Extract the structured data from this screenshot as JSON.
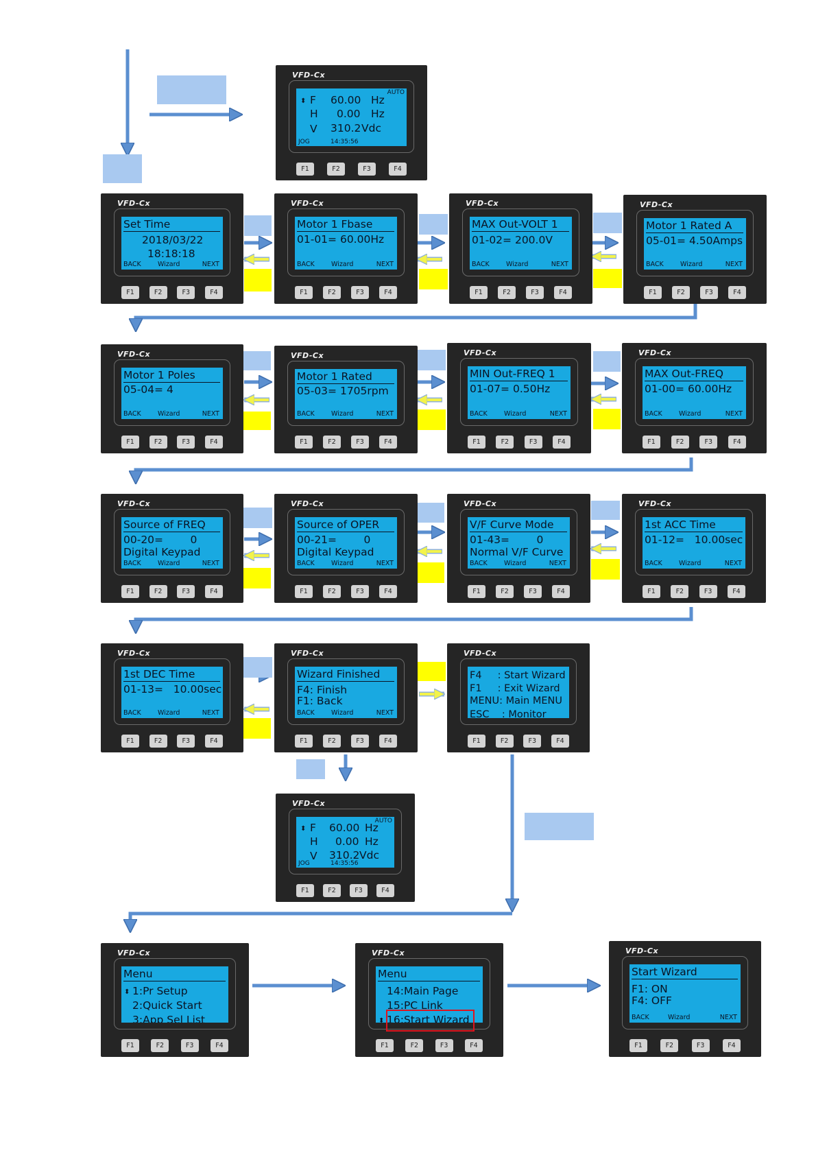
{
  "colors": {
    "lcd": "#19a9e1",
    "device_body": "#252525",
    "flow_arrow": "#5b8fd0",
    "back_arrow": "#f3f34a",
    "label_box_blue": "#a9c9f0",
    "label_box_yellow": "#ffff00",
    "highlight": "#e0141e"
  },
  "keypad": {
    "brand": "VFD-Cx",
    "keys": [
      "F1",
      "F2",
      "F3",
      "F4"
    ],
    "softkeys": {
      "back": "BACK",
      "wizard": "Wizard",
      "next": "NEXT"
    }
  },
  "home_screen": {
    "auto": "AUTO",
    "rows": [
      {
        "letter": "F",
        "value": "60.00",
        "unit": "Hz"
      },
      {
        "letter": "H",
        "value": "0.00",
        "unit": "Hz"
      },
      {
        "letter": "V",
        "value": "310.2",
        "unit": "Vdc"
      }
    ],
    "jog": "JOG",
    "clock": "14:35:56"
  },
  "wizard_screens": [
    {
      "title": "Set Time",
      "line1": "2018/03/22",
      "line2": "18:18:18"
    },
    {
      "title": "Motor 1 Fbase",
      "line1": "01-01=  60.00Hz",
      "line2": ""
    },
    {
      "title": "MAX Out-VOLT 1",
      "line1": "01-02=  200.0V",
      "line2": ""
    },
    {
      "title": "Motor 1 Rated A",
      "line1": "05-01=  4.50Amps",
      "line2": ""
    },
    {
      "title": "Motor 1 Poles",
      "line1": "05-04=  4",
      "line2": ""
    },
    {
      "title": "Motor 1 Rated",
      "line1": "05-03=  1705rpm",
      "line2": ""
    },
    {
      "title": "MIN Out-FREQ 1",
      "line1": "01-07=  0.50Hz",
      "line2": ""
    },
    {
      "title": "MAX Out-FREQ",
      "line1": "01-00=  60.00Hz",
      "line2": ""
    },
    {
      "title": "Source of FREQ",
      "line1": "00-20=        0",
      "line2": "Digital Keypad"
    },
    {
      "title": "Source of OPER",
      "line1": "00-21=        0",
      "line2": "Digital Keypad"
    },
    {
      "title": "V/F Curve Mode",
      "line1": "01-43=        0",
      "line2": "Normal V/F Curve"
    },
    {
      "title": "1st ACC Time",
      "line1": "01-12=   10.00sec",
      "line2": ""
    },
    {
      "title": "1st DEC Time",
      "line1": "01-13=   10.00sec",
      "line2": ""
    },
    {
      "title": "Wizard Finished",
      "line1": "F4: Finish",
      "line2": "F1: Back"
    }
  ],
  "info_screen": {
    "lines": [
      "F4     : Start Wizard",
      "F1     : Exit Wizard",
      "MENU: Main MENU",
      "ESC    : Monitor"
    ]
  },
  "menu_screen_1": {
    "title": "Menu",
    "items": [
      "1:Pr Setup",
      "2:Quick Start",
      "3:App Sel List"
    ]
  },
  "menu_screen_2": {
    "title": "Menu",
    "items": [
      "14:Main Page",
      "15:PC Link",
      "16:Start Wizard"
    ]
  },
  "start_wizard_screen": {
    "title": "Start Wizard",
    "line1": "F1: ON",
    "line2": "F4: OFF"
  }
}
